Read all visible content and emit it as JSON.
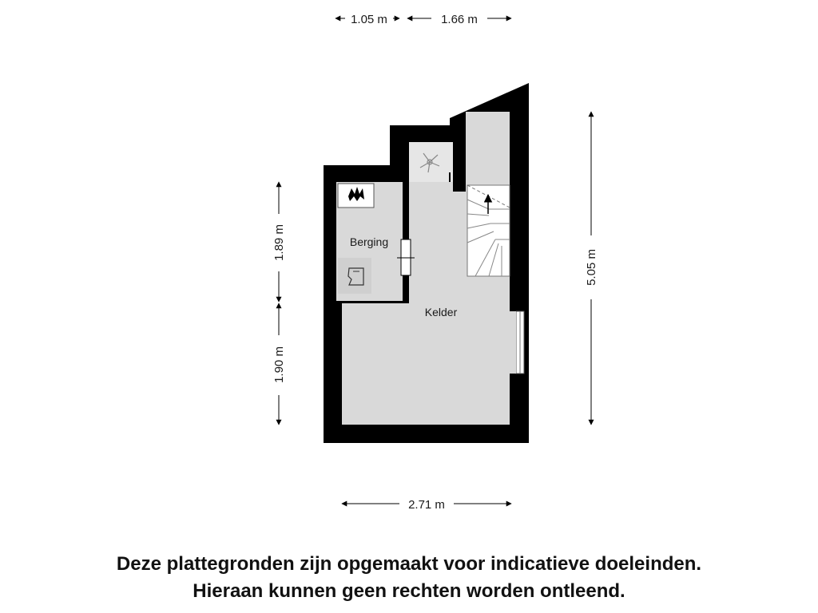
{
  "rooms": {
    "berging": "Berging",
    "kelder": "Kelder"
  },
  "dimensions": {
    "top_left": "1.05 m",
    "top_right": "1.66 m",
    "left_upper": "1.89 m",
    "left_lower": "1.90 m",
    "right": "5.05 m",
    "bottom": "2.71 m"
  },
  "disclaimer": {
    "line1": "Deze plattegronden zijn opgemaakt voor indicatieve doeleinden.",
    "line2": "Hieraan kunnen geen rechten worden ontleend."
  },
  "colors": {
    "wall": "#000000",
    "floor": "#d9d9d9",
    "dimension_line": "#000000"
  }
}
